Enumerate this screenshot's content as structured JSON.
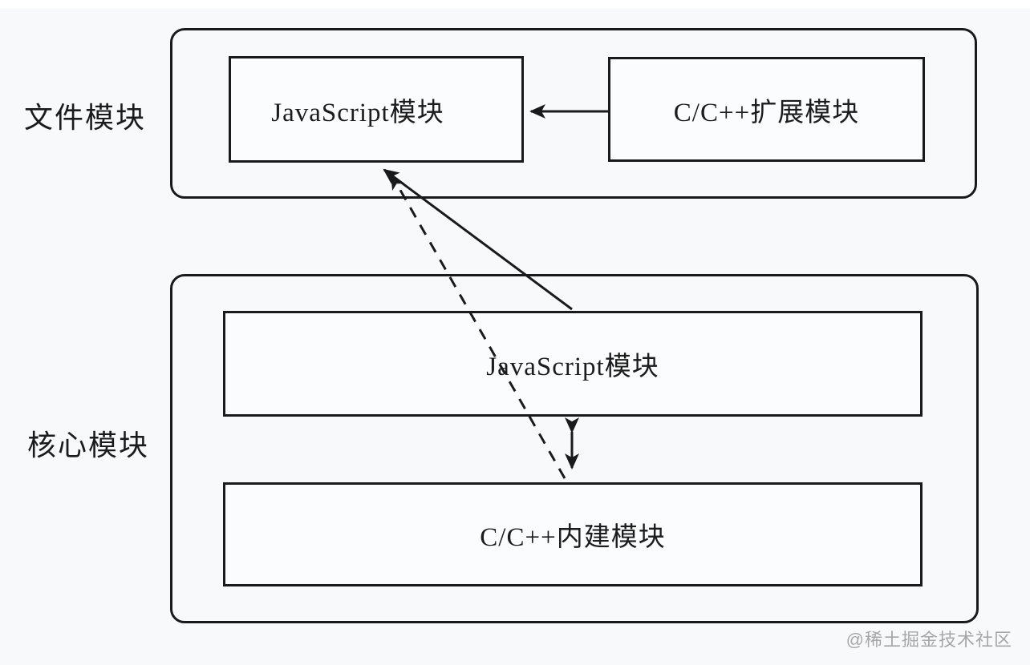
{
  "diagram": {
    "title_hint": "Node.js module classification diagram",
    "file_section": {
      "label": "文件模块",
      "boxes": [
        {
          "id": "file-js",
          "label": "JavaScript模块"
        },
        {
          "id": "cpp-extension",
          "label": "C/C++扩展模块"
        }
      ]
    },
    "core_section": {
      "label": "核心模块",
      "boxes": [
        {
          "id": "core-js",
          "label": "JavaScript模块"
        },
        {
          "id": "cpp-builtin",
          "label": "C/C++内建模块"
        }
      ]
    },
    "relations": [
      {
        "from": "cpp-extension",
        "to": "file-js",
        "style": "solid"
      },
      {
        "from": "core-js",
        "to": "file-js",
        "style": "solid"
      },
      {
        "from": "cpp-builtin",
        "to": "file-js",
        "style": "dashed"
      },
      {
        "from": "core-js",
        "to": "cpp-builtin",
        "style": "solid-double"
      }
    ],
    "colors": {
      "line": "#1a1a1a",
      "background": "#f8f9fb",
      "box_fill": "#fbfcfd",
      "watermark": "#a5a7ab"
    }
  },
  "watermark": {
    "text": "@稀土掘金技术社区"
  }
}
